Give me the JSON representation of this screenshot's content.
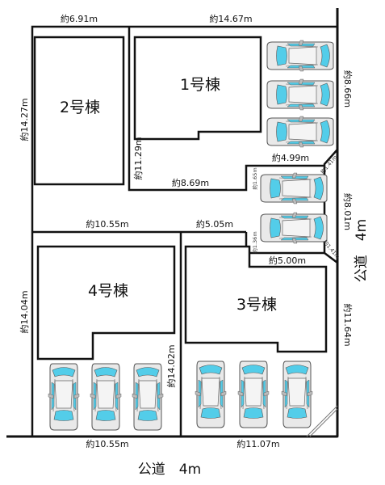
{
  "colors": {
    "car_glass": "#53cde9",
    "car_body": "#e9e9e9",
    "line": "#111111"
  },
  "buildings": {
    "b1": "1号棟",
    "b2": "2号棟",
    "b3": "3号棟",
    "b4": "4号棟"
  },
  "dimensions": {
    "top_left": "約6.91m",
    "top_right": "約14.67m",
    "left_upper": "約14.27m",
    "left_lower": "約14.04m",
    "mid_vertical_upper": "約11.29m",
    "mid_vertical_lower": "約14.02m",
    "lot1_bottom": "約8.69m",
    "right_upper": "約8.66m",
    "notch_upper": "約4.99m",
    "notch_upper_small": "約1.65m",
    "notch_diag_upper": "約1.41m",
    "right_middle": "約8.01m",
    "mid_left": "約10.55m",
    "mid_right": "約5.05m",
    "notch_lower_small": "約1.36m",
    "notch_diag_lower": "約1.41m",
    "notch_lower": "約5.00m",
    "right_lower": "約11.64m",
    "bottom_left": "約10.55m",
    "bottom_right": "約11.07m"
  },
  "roads": {
    "east": "公道　4m",
    "south": "公道　4m"
  },
  "icons": {
    "car": "car-top-view-icon"
  }
}
